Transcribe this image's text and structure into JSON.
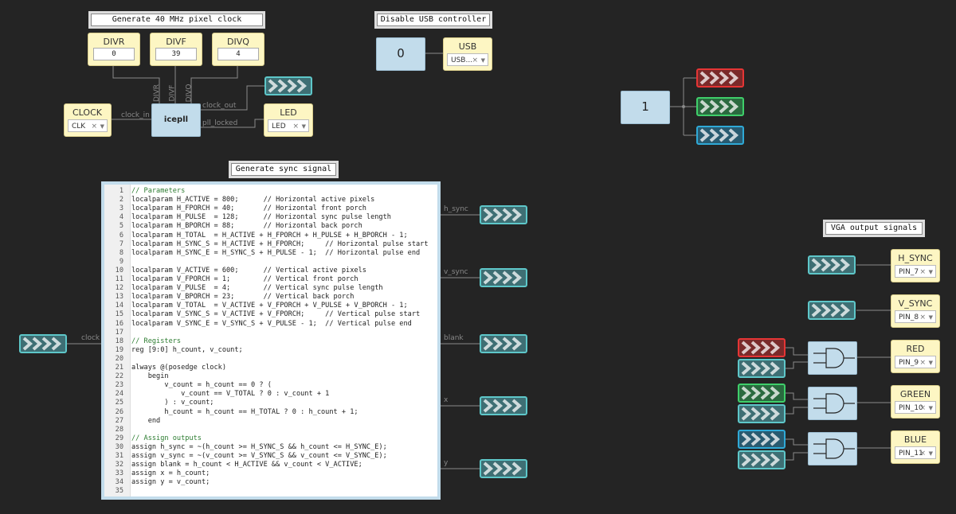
{
  "comments": {
    "pll": "Generate 40 MHz pixel clock",
    "usb": "Disable USB controller",
    "sync": "Generate sync signal",
    "vga": "VGA output signals"
  },
  "pll": {
    "divr": {
      "title": "DIVR",
      "value": "0"
    },
    "divf": {
      "title": "DIVF",
      "value": "39"
    },
    "divq": {
      "title": "DIVQ",
      "value": "4"
    },
    "block_label": "icepll",
    "port_divr": "DIVR",
    "port_divf": "DIVF",
    "port_divq": "DIVQ",
    "clock_in_label": "clock_in",
    "clock_out_label": "clock_out",
    "pll_locked_label": "pll_locked",
    "clock_input": {
      "title": "CLOCK",
      "value": "CLK",
      "arrow": ">"
    },
    "led_output": {
      "title": "LED",
      "value": "LED"
    }
  },
  "usb": {
    "constant": "0",
    "output": {
      "title": "USB",
      "value": "USB..."
    }
  },
  "constant_one": "1",
  "sync": {
    "in_label": "clock",
    "outputs": [
      "h_sync",
      "v_sync",
      "blank",
      "x",
      "y"
    ],
    "code": [
      "// Parameters",
      "localparam H_ACTIVE = 800;      // Horizontal active pixels",
      "localparam H_FPORCH = 40;       // Horizontal front porch",
      "localparam H_PULSE  = 128;      // Horizontal sync pulse length",
      "localparam H_BPORCH = 88;       // Horizontal back porch",
      "localparam H_TOTAL  = H_ACTIVE + H_FPORCH + H_PULSE + H_BPORCH - 1;",
      "localparam H_SYNC_S = H_ACTIVE + H_FPORCH;     // Horizontal pulse start",
      "localparam H_SYNC_E = H_SYNC_S + H_PULSE - 1;  // Horizontal pulse end",
      "",
      "localparam V_ACTIVE = 600;      // Vertical active pixels",
      "localparam V_FPORCH = 1;        // Vertical front porch",
      "localparam V_PULSE  = 4;        // Vertical sync pulse length",
      "localparam V_BPORCH = 23;       // Vertical back porch",
      "localparam V_TOTAL  = V_ACTIVE + V_FPORCH + V_PULSE + V_BPORCH - 1;",
      "localparam V_SYNC_S = V_ACTIVE + V_FPORCH;     // Vertical pulse start",
      "localparam V_SYNC_E = V_SYNC_S + V_PULSE - 1;  // Vertical pulse end",
      "",
      "// Registers",
      "reg [9:0] h_count, v_count;",
      "",
      "always @(posedge clock)",
      "    begin",
      "        v_count = h_count == 0 ? (",
      "            v_count == V_TOTAL ? 0 : v_count + 1",
      "        ) : v_count;",
      "        h_count = h_count == H_TOTAL ? 0 : h_count + 1;",
      "    end",
      "",
      "// Assign outputs",
      "assign h_sync = ~(h_count >= H_SYNC_S && h_count <= H_SYNC_E);",
      "assign v_sync = ~(v_count >= V_SYNC_S && v_count <= V_SYNC_E);",
      "assign blank = h_count < H_ACTIVE && v_count < V_ACTIVE;",
      "assign x = h_count;",
      "assign y = v_count;",
      ""
    ]
  },
  "vga_outputs": [
    {
      "title": "H_SYNC",
      "value": "PIN_7"
    },
    {
      "title": "V_SYNC",
      "value": "PIN_8"
    },
    {
      "title": "RED",
      "value": "PIN_9"
    },
    {
      "title": "GREEN",
      "value": "PIN_10"
    },
    {
      "title": "BLUE",
      "value": "PIN_11"
    }
  ],
  "colors": {
    "background": "#242424",
    "block_blue": "#c2dceb",
    "io_yellow": "#fdf6c3",
    "pin_teal": "#4cc2c6",
    "pin_red": "#e53535",
    "pin_green": "#3fcf6a",
    "pin_blue": "#2fa9d6",
    "wire": "#8a8a8a"
  }
}
